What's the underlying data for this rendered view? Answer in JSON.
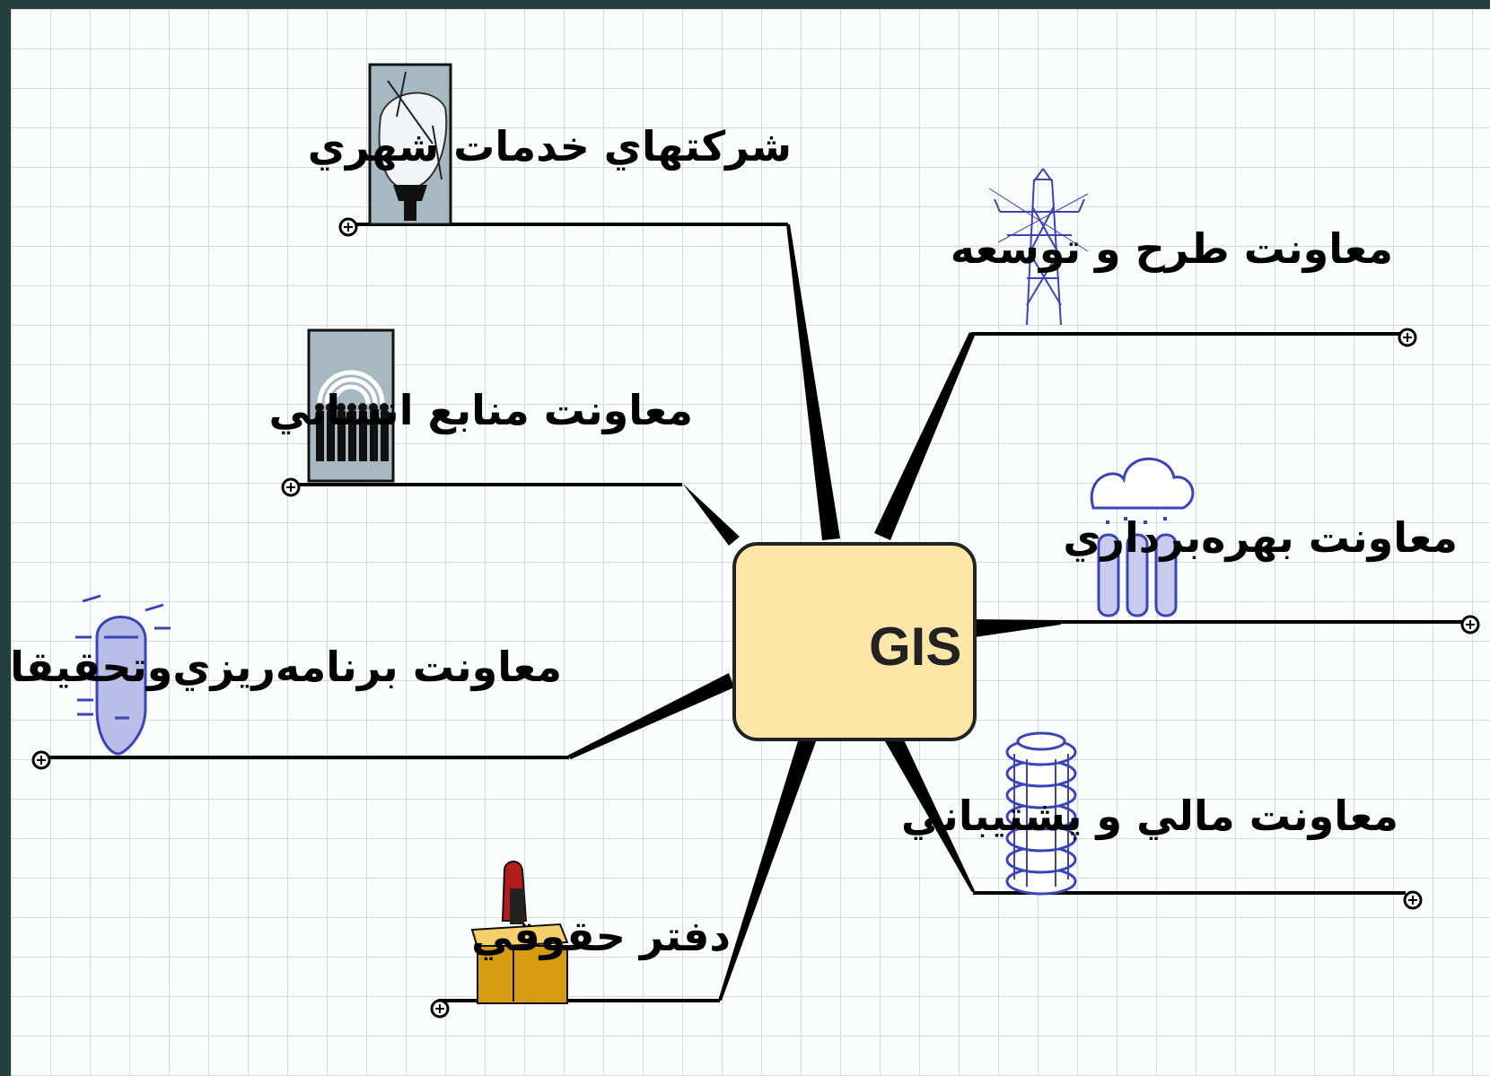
{
  "center": {
    "label": "GIS",
    "fill": "#fde6a8"
  },
  "branches": [
    {
      "label": "شركتهاي خدمات شهري",
      "icon": "city-services-icon"
    },
    {
      "label": "معاونت منابع انساني",
      "icon": "human-resources-icon"
    },
    {
      "label": "معاونت برنامه‌ريزي‌وتحقيقات",
      "icon": "planning-head-icon"
    },
    {
      "label": "دفتر حقوقي",
      "icon": "legal-desk-icon"
    },
    {
      "label": "معاونت طرح و توسعه",
      "icon": "power-tower-icon"
    },
    {
      "label": "معاونت بهره‌برداري",
      "icon": "cloud-pillars-icon"
    },
    {
      "label": "معاونت مالي و پشتيباني",
      "icon": "coin-stack-icon"
    }
  ],
  "colors": {
    "grid": "#cfdcd9",
    "line": "#000000",
    "icon_blue": "#3a43b8",
    "desk": "#d79b12"
  }
}
